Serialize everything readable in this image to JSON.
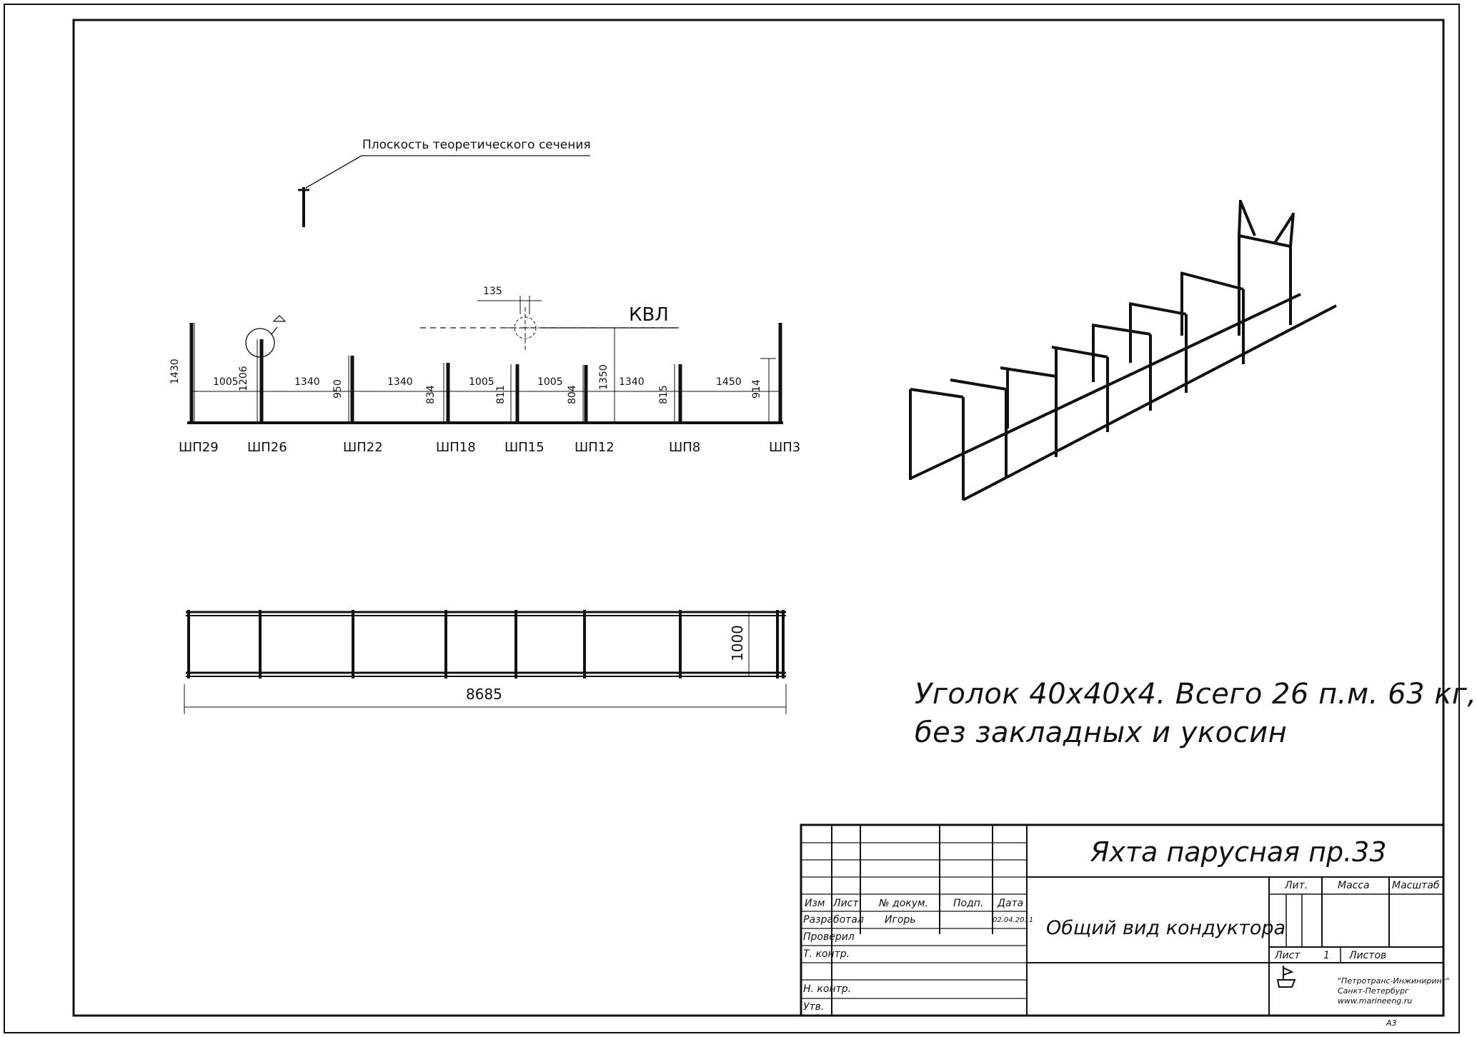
{
  "drawing": {
    "section_plane_label": "Плоскость теоретического сечения",
    "kvl_label": "КВЛ",
    "note_line1": "Уголок 40х40х4. Всего 26 п.м. 63 кг,",
    "note_line2": "без закладных и укосин",
    "sheet_format": "А3"
  },
  "side_view": {
    "frames": [
      {
        "label": "ШП29",
        "height_mm": 1430
      },
      {
        "label": "ШП26",
        "height_mm": 1206
      },
      {
        "label": "ШП22",
        "height_mm": 950
      },
      {
        "label": "ШП18",
        "height_mm": 834
      },
      {
        "label": "ШП15",
        "height_mm": 811
      },
      {
        "label": "ШП12",
        "height_mm": 804
      },
      {
        "label": "ШП8",
        "height_mm": 815
      },
      {
        "label": "ШП3",
        "height_mm": 914
      }
    ],
    "spacings": [
      "1005",
      "1340",
      "1340",
      "1005",
      "1005",
      "1340",
      "1450"
    ],
    "height_labels": [
      "1430",
      "1206",
      "950",
      "834",
      "811",
      "804",
      "815",
      "914"
    ],
    "offset_label": "135",
    "kvl_height_label": "1350"
  },
  "plan_view": {
    "width_label": "1000",
    "length_label": "8685"
  },
  "title_block": {
    "project": "Яхта парусная пр.33",
    "drawing_name": "Общий вид кондуктора",
    "col_headers": [
      "Изм",
      "Лист",
      "№ докум.",
      "Подп.",
      "Дата"
    ],
    "rows": {
      "developed": "Разработал",
      "developer_name": "Игорь",
      "date": "02.04.2011",
      "checked": "Проверил",
      "t_control": "Т. контр.",
      "n_control": "Н. контр.",
      "approved": "Утв."
    },
    "lit": "Лит.",
    "mass": "Масса",
    "scale": "Масштаб",
    "sheet": "Лист",
    "sheet_no": "1",
    "sheets": "Листов",
    "company_line1": "\"Петротранс-Инжиниринг\"",
    "company_line2": "Санкт-Петербург",
    "company_line3": "www.marineeng.ru"
  }
}
